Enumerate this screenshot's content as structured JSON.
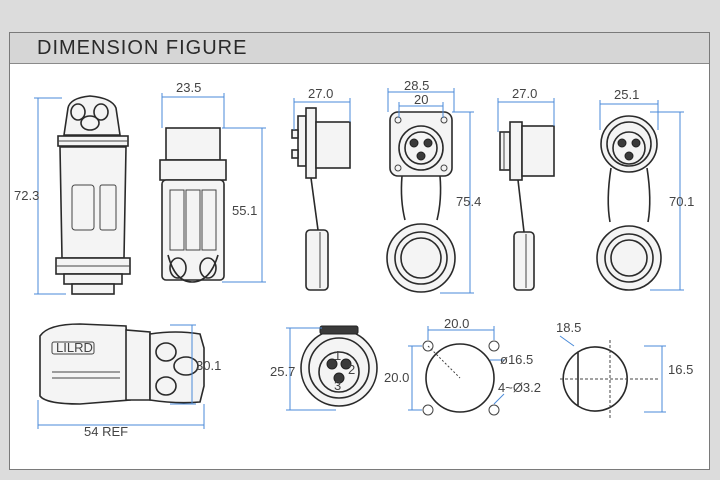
{
  "header": {
    "title": "DIMENSION FIGURE"
  },
  "dims": {
    "d72_3": "72.3",
    "d23_5": "23.5",
    "d55_1": "55.1",
    "d27_0a": "27.0",
    "d28_5": "28.5",
    "d20_top": "20",
    "d75_4": "75.4",
    "d27_0b": "27.0",
    "d25_1": "25.1",
    "d70_1": "70.1",
    "d30_1": "30.1",
    "d54ref": "54 REF",
    "d25_7": "25.7",
    "d20_0h": "20.0",
    "d20_0v": "20.0",
    "d16_5phi": "ø16.5",
    "d4phi3_2": "4~Ø3.2",
    "d18_5": "18.5",
    "d16_5": "16.5"
  },
  "labels": {
    "brand": "LILRD",
    "pin_1": "1",
    "pin_2": "2",
    "pin_3": "3"
  }
}
